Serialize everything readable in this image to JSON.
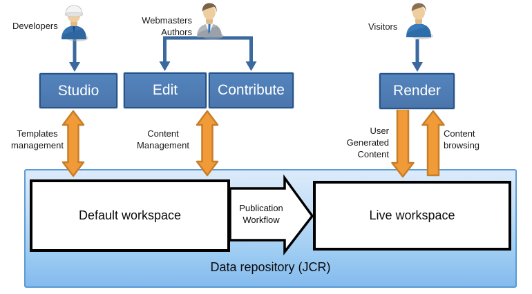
{
  "actors": {
    "developers": {
      "label": "Developers"
    },
    "webmasters": {
      "line1": "Webmasters",
      "line2": "Authors"
    },
    "visitors": {
      "label": "Visitors"
    }
  },
  "apps": {
    "studio": "Studio",
    "edit": "Edit",
    "contribute": "Contribute",
    "render": "Render"
  },
  "flows": {
    "templates": {
      "line1": "Templates",
      "line2": "management"
    },
    "content_management": {
      "line1": "Content",
      "line2": "Management"
    },
    "user_generated": {
      "line1": "User",
      "line2": "Generated",
      "line3": "Content"
    },
    "content_browsing": {
      "line1": "Content",
      "line2": "browsing"
    }
  },
  "repository": {
    "label": "Data repository (JCR)",
    "default_workspace": "Default workspace",
    "live_workspace": "Live workspace",
    "workflow": {
      "line1": "Publication",
      "line2": "Workflow"
    }
  },
  "icons": {
    "developer": "developer-person-icon",
    "webmaster": "business-person-icon",
    "visitor": "visitor-person-icon"
  },
  "colors": {
    "app_box_fill": "#4E7CB5",
    "app_box_border": "#2B5385",
    "connector_blue": "#3A689F",
    "flow_arrow_fill": "#F09A38",
    "flow_arrow_stroke": "#C87D28",
    "repository_fill_top": "#DCEBFB",
    "repository_fill_bottom": "#84BAEE",
    "repository_border": "#5B9BD5",
    "workspace_border": "#000000"
  }
}
